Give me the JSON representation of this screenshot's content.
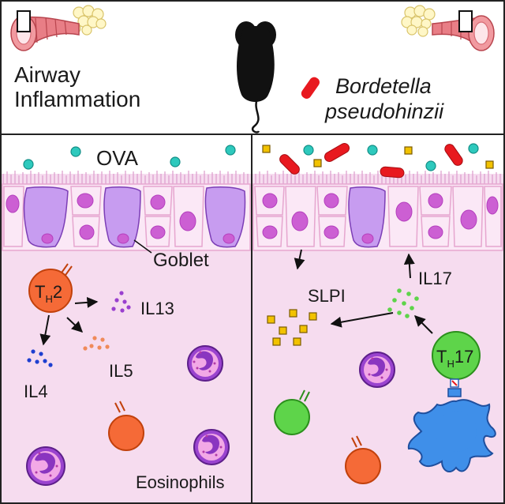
{
  "header": {
    "left_title_line1": "Airway",
    "left_title_line2": "Inflammation",
    "right_title_line1": "Bordetella",
    "right_title_line2": "pseudohinzii"
  },
  "left_panel": {
    "antigen_label": "OVA",
    "goblet_label": "Goblet",
    "th2_main": "T",
    "th2_sub": "H",
    "th2_suffix": "2",
    "il13_label": "IL13",
    "il4_label": "IL4",
    "il5_label": "IL5",
    "eosinophils_label": "Eosinophils"
  },
  "right_panel": {
    "slpi_label": "SLPI",
    "il17_label": "IL17",
    "th17_main": "T",
    "th17_sub": "H",
    "th17_suffix": "17"
  },
  "colors": {
    "tissue": "#f6dcef",
    "cell_fill": "#fbe8f6",
    "cell_stroke": "#e6a6cf",
    "nucleus": "#cc5fd3",
    "goblet": "#c79cf0",
    "ova": "#2ec9bd",
    "bacteria": "#e8191f",
    "slpi": "#f2c200",
    "th2": "#f56a37",
    "th17": "#5ed44a",
    "dendritic": "#3f8fe9",
    "eosinophil": "#9a43cf",
    "il4": "#1e3fd0",
    "il5": "#f08a5a",
    "il13": "#9a3fcf"
  }
}
